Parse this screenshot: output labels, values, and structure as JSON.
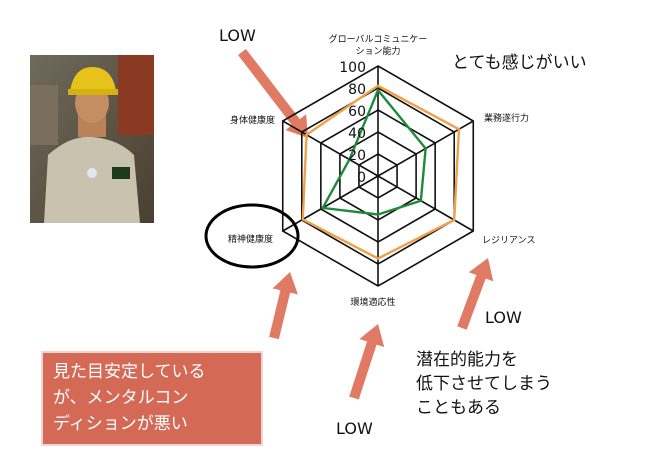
{
  "colors": {
    "frame": "#111111",
    "series_orange": "#f0a04a",
    "series_green": "#1f8a3c",
    "arrow": "#e07a64",
    "callout_bg": "#d46a56"
  },
  "photo": {
    "icon": "worker-in-hardhat-photo"
  },
  "chart_data": {
    "type": "radar",
    "axes": [
      "グローバルコミュニケーション能力",
      "業務遂行力",
      "レジリアンス",
      "環境適応性",
      "精神健康度",
      "身体健康度"
    ],
    "axis_labels": [
      {
        "line1": "グローバルコミュニケー",
        "line2": "ション能力"
      },
      {
        "line1": "業務遂行力",
        "line2": ""
      },
      {
        "line1": "レジリアンス",
        "line2": ""
      },
      {
        "line1": "環境適応性",
        "line2": ""
      },
      {
        "line1": "精神健康度",
        "line2": ""
      },
      {
        "line1": "身体健康度",
        "line2": ""
      }
    ],
    "ticks": [
      "100",
      "80",
      "60",
      "40",
      "20",
      "0"
    ],
    "tick_values": [
      100,
      80,
      60,
      40,
      20,
      0
    ],
    "range": [
      0,
      100
    ],
    "series": [
      {
        "color": "#f0a04a",
        "values": [
          82,
          85,
          80,
          75,
          79,
          75
        ]
      },
      {
        "color": "#1f8a3c",
        "values": [
          78,
          50,
          45,
          35,
          58,
          30
        ]
      }
    ]
  },
  "annotations": {
    "low_top": "LOW",
    "low_right": "LOW",
    "low_bottom": "LOW",
    "comment": "とても感じがいい",
    "potential": "潜在的能力を\n低下させてしまう\nこともある",
    "callout": "見た目安定している\nが、メンタルコン\nディションが悪い"
  }
}
